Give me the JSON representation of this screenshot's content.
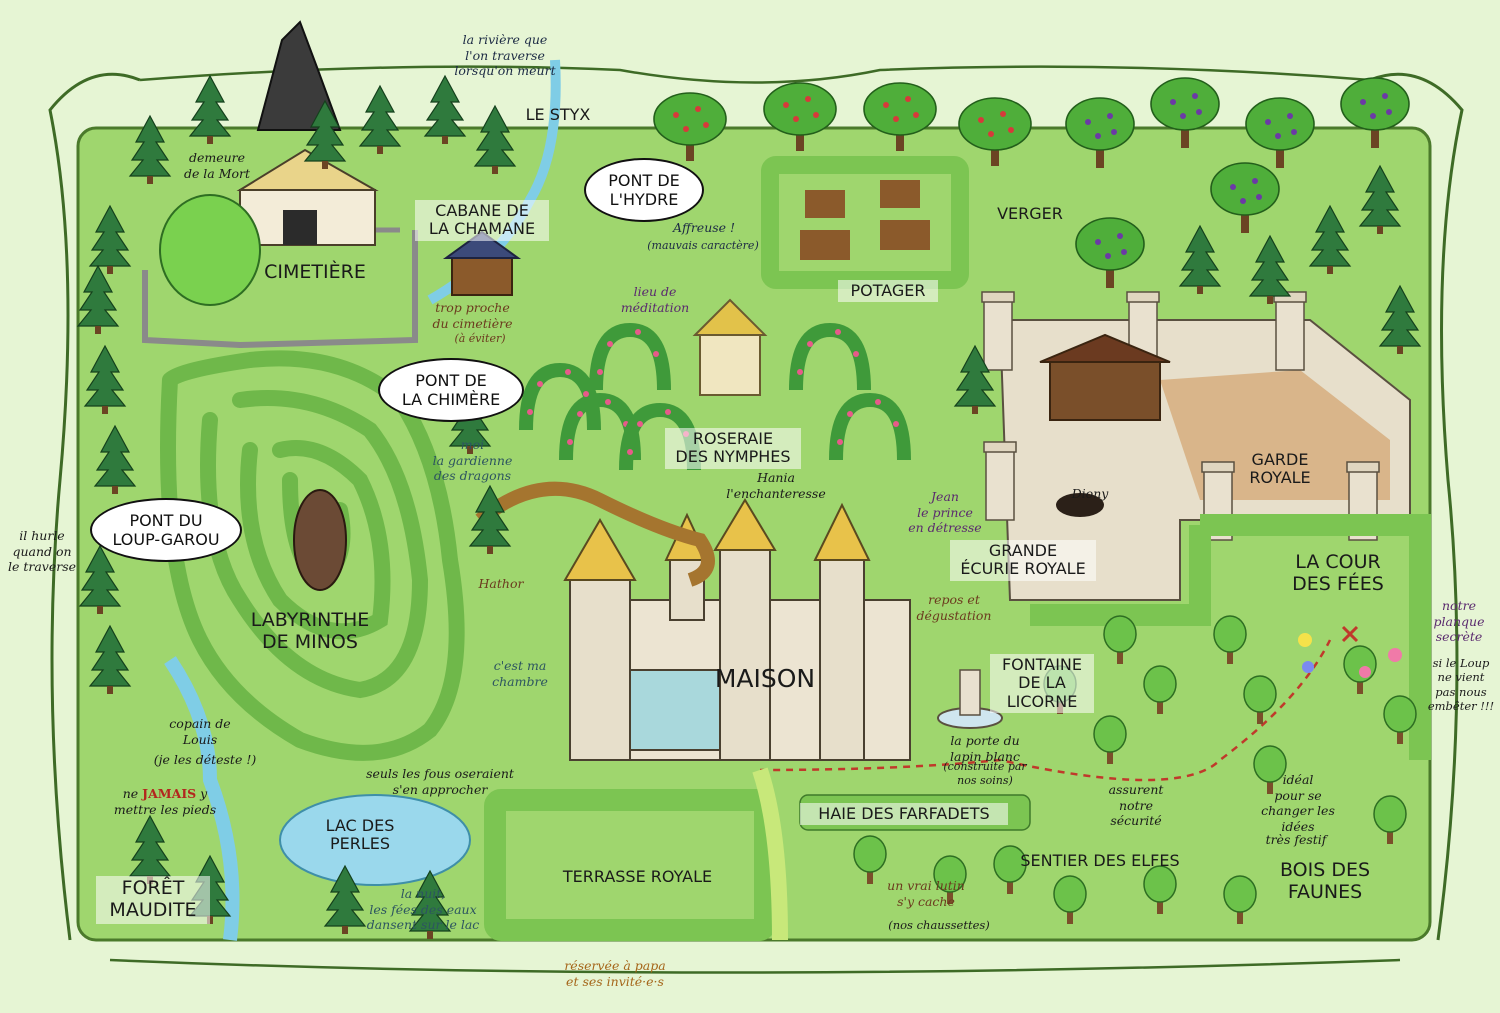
{
  "map": {
    "regions": {
      "styx": "LE STYX",
      "cabane": "CABANE DE\nLA CHAMANE",
      "cimetiere": "CIMETIÈRE",
      "potager": "POTAGER",
      "verger": "VERGER",
      "roseraie": "ROSERAIE\nDES NYMPHES",
      "garde": "GARDE\nROYALE",
      "ecurie": "GRANDE\nÉCURIE ROYALE",
      "cour_fees": "LA COUR\nDES FÉES",
      "labyrinthe": "LABYRINTHE\nDE MINOS",
      "maison": "MAISON",
      "fontaine": "FONTAINE\nDE LA\nLICORNE",
      "lac": "LAC DES\nPERLES",
      "terrasse": "TERRASSE ROYALE",
      "haie": "HAIE DES FARFADETS",
      "sentier": "SENTIER DES ELFES",
      "bois": "BOIS DES\nFAUNES",
      "foret": "FORÊT\nMAUDITE"
    },
    "bubbles": {
      "hydre": "PONT DE\nL'HYDRE",
      "chimere": "PONT DE\nLA CHIMÈRE",
      "loup_garou": "PONT DU\nLOUP-GAROU"
    },
    "notes": {
      "riviere": "la rivière que\nl'on traverse\nlorsqu'on meurt",
      "demeure": "demeure\nde la Mort",
      "affreuse": "Affreuse !",
      "mauvais": "(mauvais caractère)",
      "trop_proche": "trop proche\ndu cimetière",
      "a_eviter": "(à éviter)",
      "meditation": "lieu de\nméditation",
      "gardienne": "moi\nla gardienne\ndes dragons",
      "hania": "Hania\nl'enchanteresse",
      "jean": "Jean\nle prince\nen détresse",
      "diony": "Diony",
      "hathor": "Hathor",
      "hurle": "il hurle\nquand on\nle traverse",
      "chambre": "c'est ma\nchambre",
      "repos": "repos et\ndégustation",
      "planque": "notre\nplanque\nsecrète",
      "si_loup": "si le Loup\nne vient\npas nous\nembêter !!!",
      "copain": "copain de\nLouis",
      "deteste": "(je les déteste !)",
      "jamais_pre": "ne ",
      "jamais_word": "JAMAIS",
      "jamais_post": " y\nmettre les pieds",
      "fous": "seuls les fous oseraient\ns'en approcher",
      "lapin": "la porte du\nlapin blanc",
      "lapin_sub": "(construite par\nnos soins)",
      "securite": "assurent\nnotre\nsécurité",
      "ideal": "idéal\npour se\nchanger les\nidées",
      "festif": "très festif",
      "lutin": "un vrai lutin\ns'y cache",
      "chaussettes": "(nos chaussettes)",
      "la_nuit": "la nuit,\nles fées des eaux\ndansent sur le lac",
      "reservee": "réservée à papa\net ses invité·e·s"
    }
  },
  "colors": {
    "grass": "#9fd66e",
    "hedge": "#8fd15e",
    "water": "#9ad8ec",
    "border": "#e6f5d4",
    "pine": "#2f7a3d"
  }
}
